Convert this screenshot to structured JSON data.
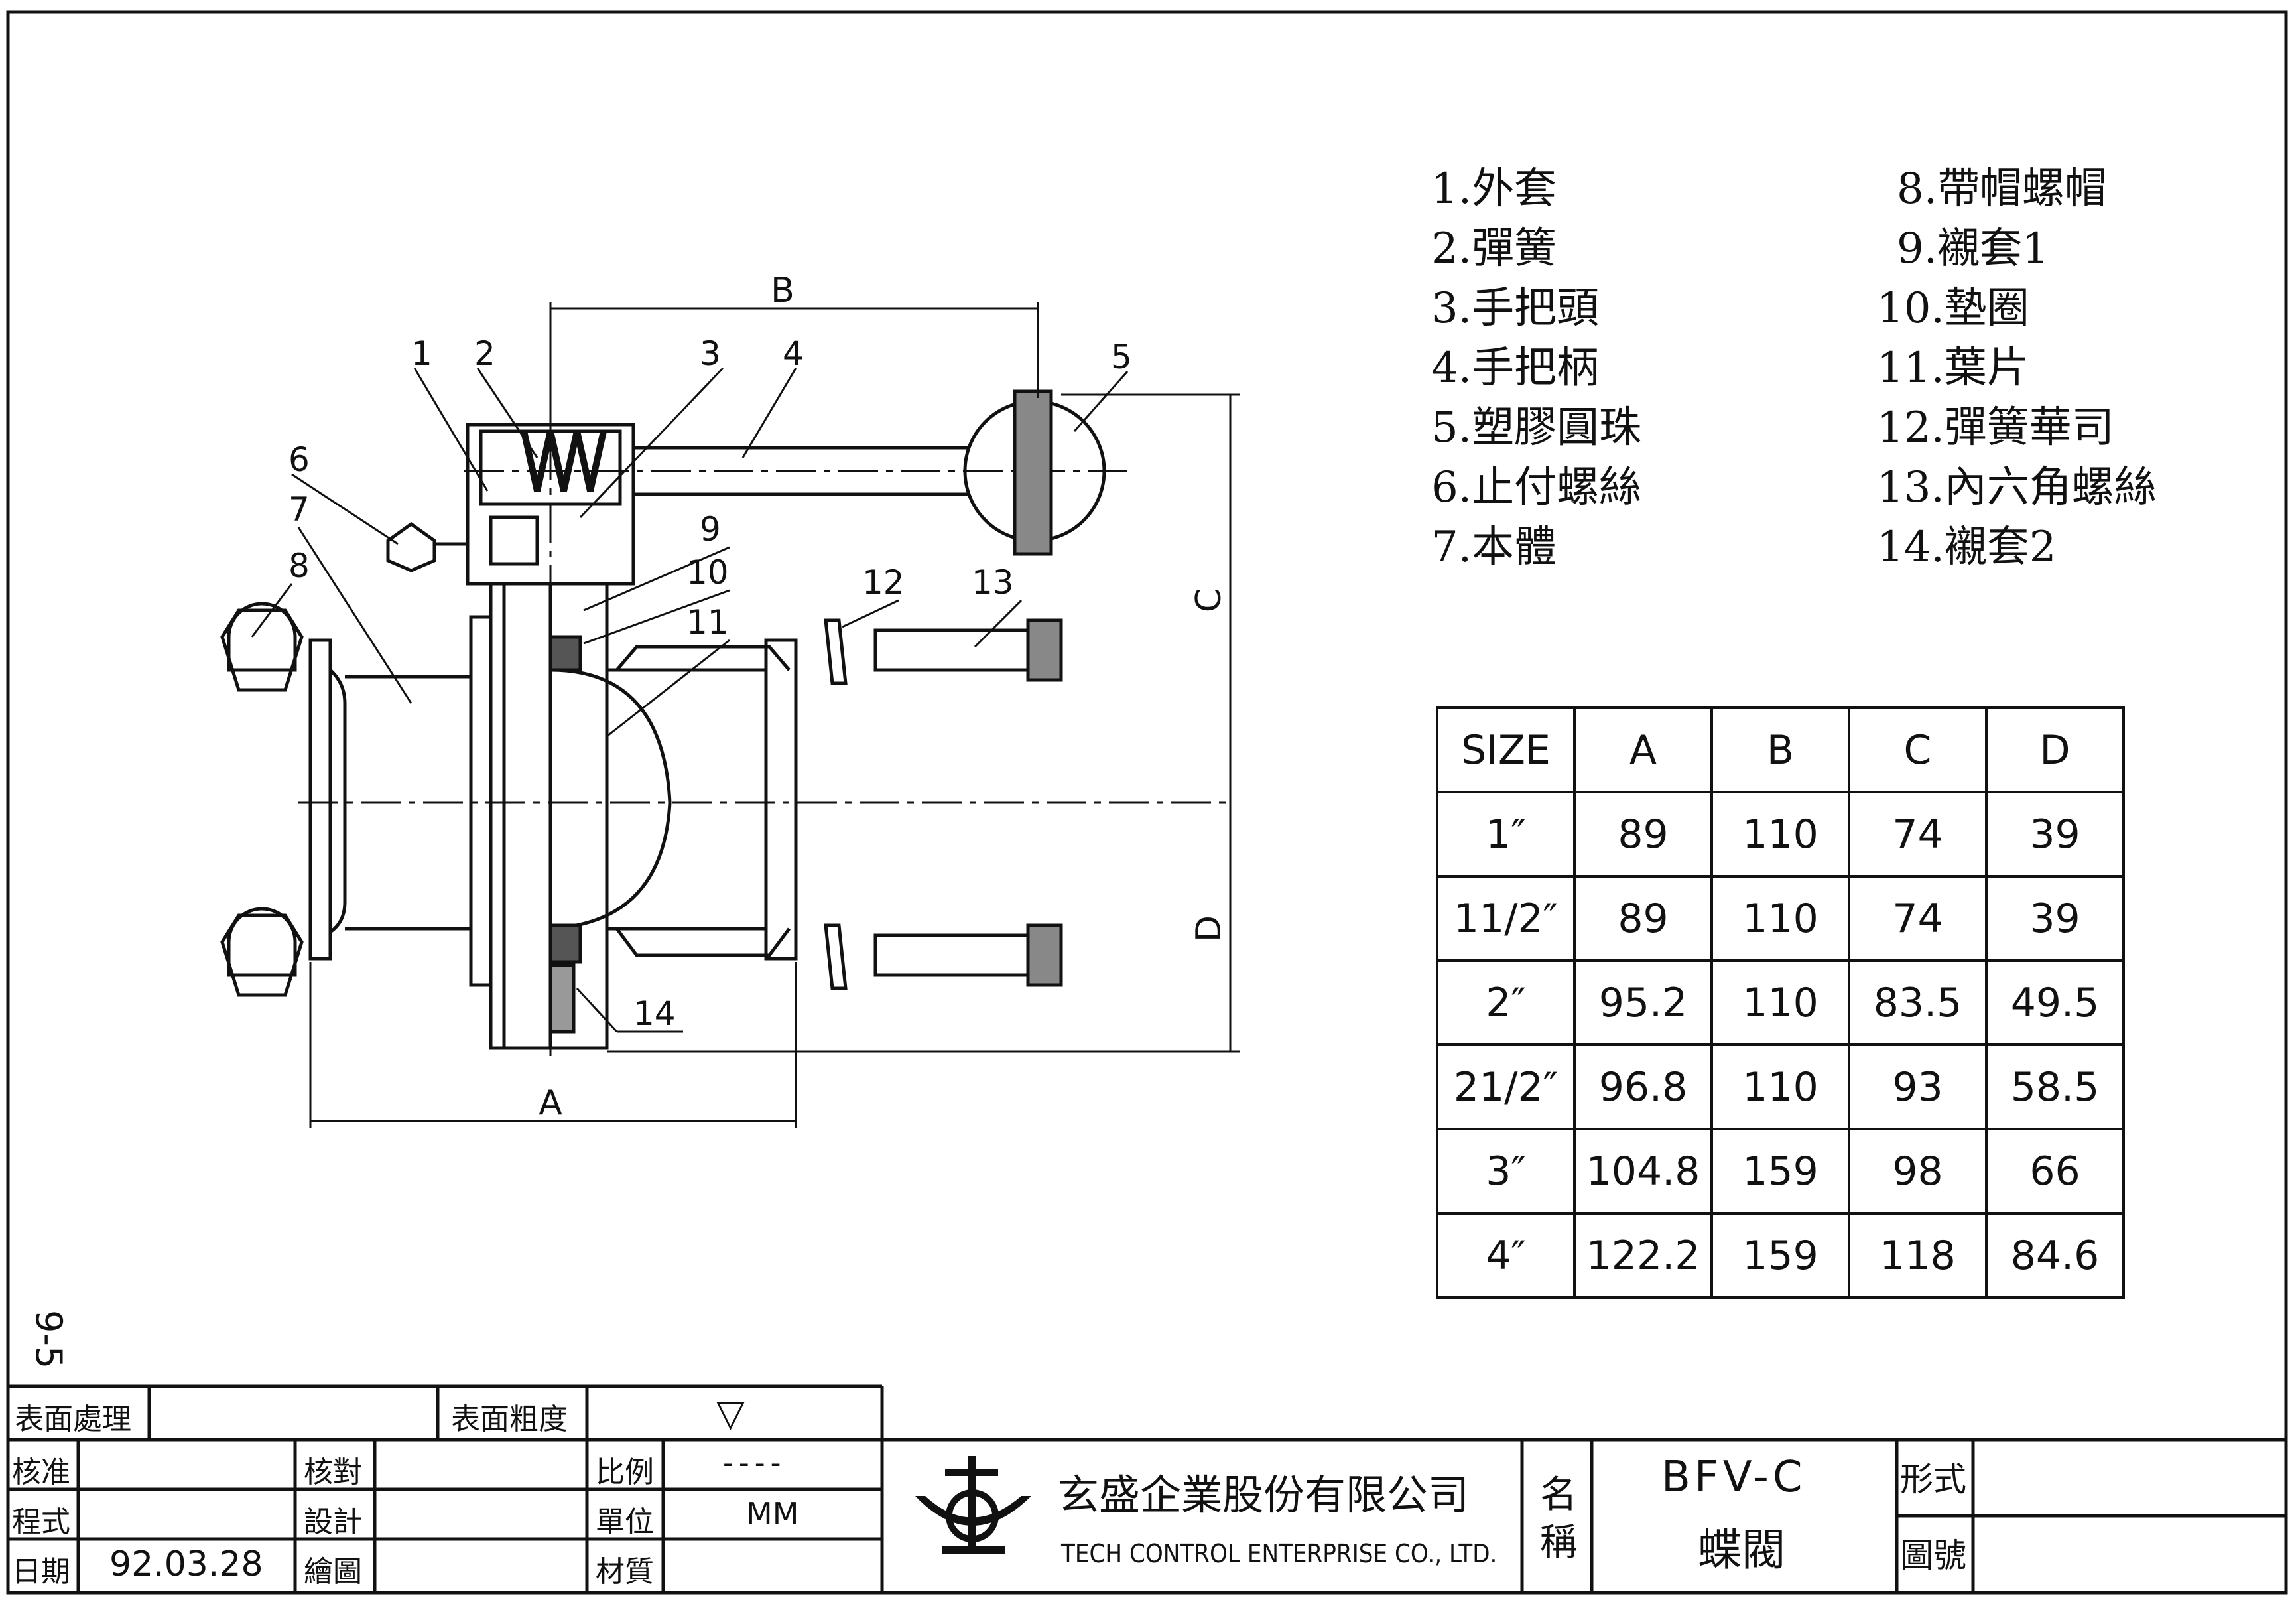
{
  "sheet_mark": "9-5",
  "parts_list": {
    "left": [
      "1.外套",
      "2.彈簧",
      "3.手把頭",
      "4.手把柄",
      "5.塑膠圓珠",
      "6.止付螺絲",
      "7.本體"
    ],
    "right": [
      "8.帶帽螺帽",
      "9.襯套1",
      "10.墊圈",
      "11.葉片",
      "12.彈簧華司",
      "13.內六角螺絲",
      "14.襯套2"
    ]
  },
  "size_table": {
    "headers": [
      "SIZE",
      "A",
      "B",
      "C",
      "D"
    ],
    "rows": [
      [
        "1″",
        "89",
        "110",
        "74",
        "39"
      ],
      [
        "11/2″",
        "89",
        "110",
        "74",
        "39"
      ],
      [
        "2″",
        "95.2",
        "110",
        "83.5",
        "49.5"
      ],
      [
        "21/2″",
        "96.8",
        "110",
        "93",
        "58.5"
      ],
      [
        "3″",
        "104.8",
        "159",
        "98",
        "66"
      ],
      [
        "4″",
        "122.2",
        "159",
        "118",
        "84.6"
      ]
    ]
  },
  "drawing": {
    "dim_labels": {
      "a": "A",
      "b": "B",
      "c": "C",
      "d": "D"
    },
    "balloons": [
      "1",
      "2",
      "3",
      "4",
      "5",
      "6",
      "7",
      "8",
      "9",
      "10",
      "11",
      "12",
      "13",
      "14"
    ]
  },
  "title_block": {
    "surface_treatment_label": "表面處理",
    "surface_roughness_label": "表面粗度",
    "roughness_symbol": "▽",
    "approve_label": "核准",
    "check_label": "核對",
    "scale_label": "比例",
    "scale_value": "----",
    "format_label": "程式",
    "design_label": "設計",
    "unit_label": "單位",
    "unit_value": "MM",
    "date_label": "日期",
    "date_value": "92.03.28",
    "draw_label": "繪圖",
    "material_label": "材質",
    "company_cn": "玄盛企業股份有限公司",
    "company_en": "TECH CONTROL ENTERPRISE CO., LTD.",
    "name_label_1": "名",
    "name_label_2": "稱",
    "model": "BFV-C",
    "product_name": "蝶閥",
    "type_label": "形式",
    "drawing_no_label": "圖號"
  }
}
